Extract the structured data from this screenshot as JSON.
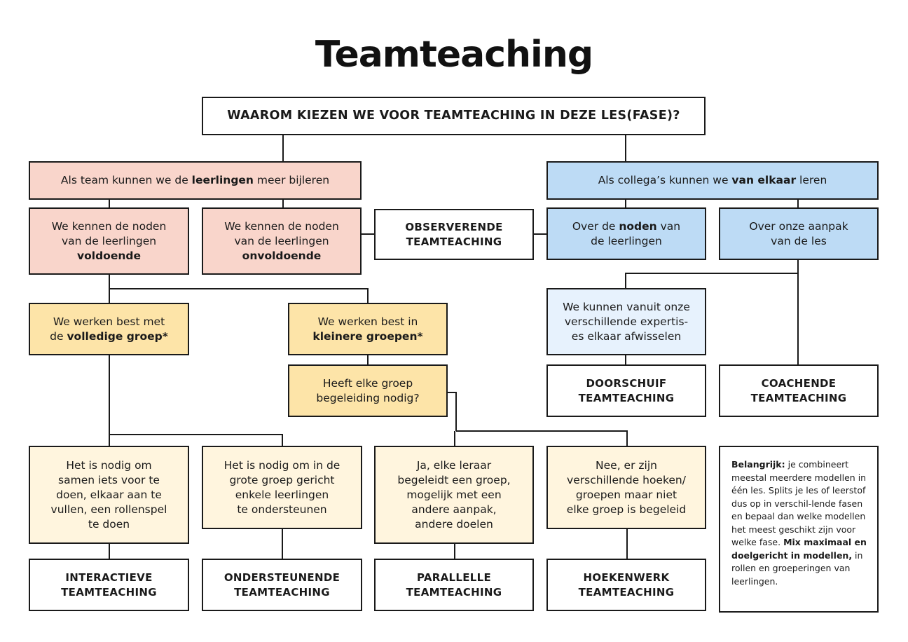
{
  "title": "Teamteaching",
  "question": "WAAROM KIEZEN WE VOOR TEAMTEACHING IN DEZE LES(FASE)?",
  "branch_learners": {
    "pre": "Als team kunnen we de ",
    "bold": "leerlingen",
    "post": " meer bijleren"
  },
  "branch_colleagues": {
    "pre": "Als collega’s kunnen we ",
    "bold": "van elkaar",
    "post": " leren"
  },
  "needs_known": {
    "line1": "We kennen de noden",
    "line2": "van de leerlingen",
    "bold": "voldoende"
  },
  "needs_unknown": {
    "line1": "We kennen de noden",
    "line2": "van de leerlingen",
    "bold": "onvoldoende"
  },
  "observerende": {
    "line1": "OBSERVERENDE",
    "line2": "TEAMTEACHING"
  },
  "about_needs": {
    "pre": "Over de ",
    "bold": "noden",
    "post": " van",
    "line2": "de leerlingen"
  },
  "about_approach": {
    "line1": "Over onze aanpak",
    "line2": "van de les"
  },
  "full_group": {
    "line1": "We werken best met",
    "pre": "de ",
    "bold": "volledige groep*"
  },
  "smaller_groups": {
    "line1": "We werken best in",
    "bold": "kleinere groepen*"
  },
  "guidance_question": {
    "line1": "Heeft elke groep",
    "line2": "begeleiding nodig?"
  },
  "expertise": {
    "line1": "We kunnen vanuit onze",
    "line2": "verschillende expertis-",
    "line3": "es elkaar afwisselen"
  },
  "doorschuif": {
    "line1": "DOORSCHUIF",
    "line2": "TEAMTEACHING"
  },
  "coachende": {
    "line1": "COACHENDE",
    "line2": "TEAMTEACHING"
  },
  "together": {
    "line1": "Het is nodig om",
    "line2": "samen iets voor te",
    "line3": "doen, elkaar aan te",
    "line4": "vullen, een rollenspel",
    "line5": "te doen"
  },
  "support_some": {
    "line1": "Het is nodig om in de",
    "line2": "grote groep gericht",
    "line3": "enkele leerlingen",
    "line4": "te ondersteunen"
  },
  "yes_each": {
    "line1": "Ja, elke leraar",
    "line2": "begeleidt een groep,",
    "line3": "mogelijk met een",
    "line4": "andere aanpak,",
    "line5": "andere doelen"
  },
  "no_corners": {
    "line1": "Nee, er zijn",
    "line2": "verschillende hoeken/",
    "line3": "groepen maar niet",
    "line4": "elke groep is begeleid"
  },
  "interactieve": {
    "line1": "INTERACTIEVE",
    "line2": "TEAMTEACHING"
  },
  "ondersteunende": {
    "line1": "ONDERSTEUNENDE",
    "line2": "TEAMTEACHING"
  },
  "parallelle": {
    "line1": "PARALLELLE",
    "line2": "TEAMTEACHING"
  },
  "hoekenwerk": {
    "line1": "HOEKENWERK",
    "line2": "TEAMTEACHING"
  },
  "note": {
    "bold1": "Belangrijk:",
    "text1": " je combineert meestal meerdere modellen in één les. Splits je les of leerstof dus op in verschil-lende fasen en bepaal dan welke modellen het meest geschikt zijn voor welke fase. ",
    "bold2": "Mix maximaal en doelgericht in modellen,",
    "text2": " in rollen en groeperingen van leerlingen."
  },
  "colors": {
    "pink": "#f9d5cb",
    "blue": "#bddbf5",
    "light_blue": "#e7f2fd",
    "yellow": "#fde4a8",
    "cream": "#fff5de",
    "line": "#1a1a1a"
  }
}
